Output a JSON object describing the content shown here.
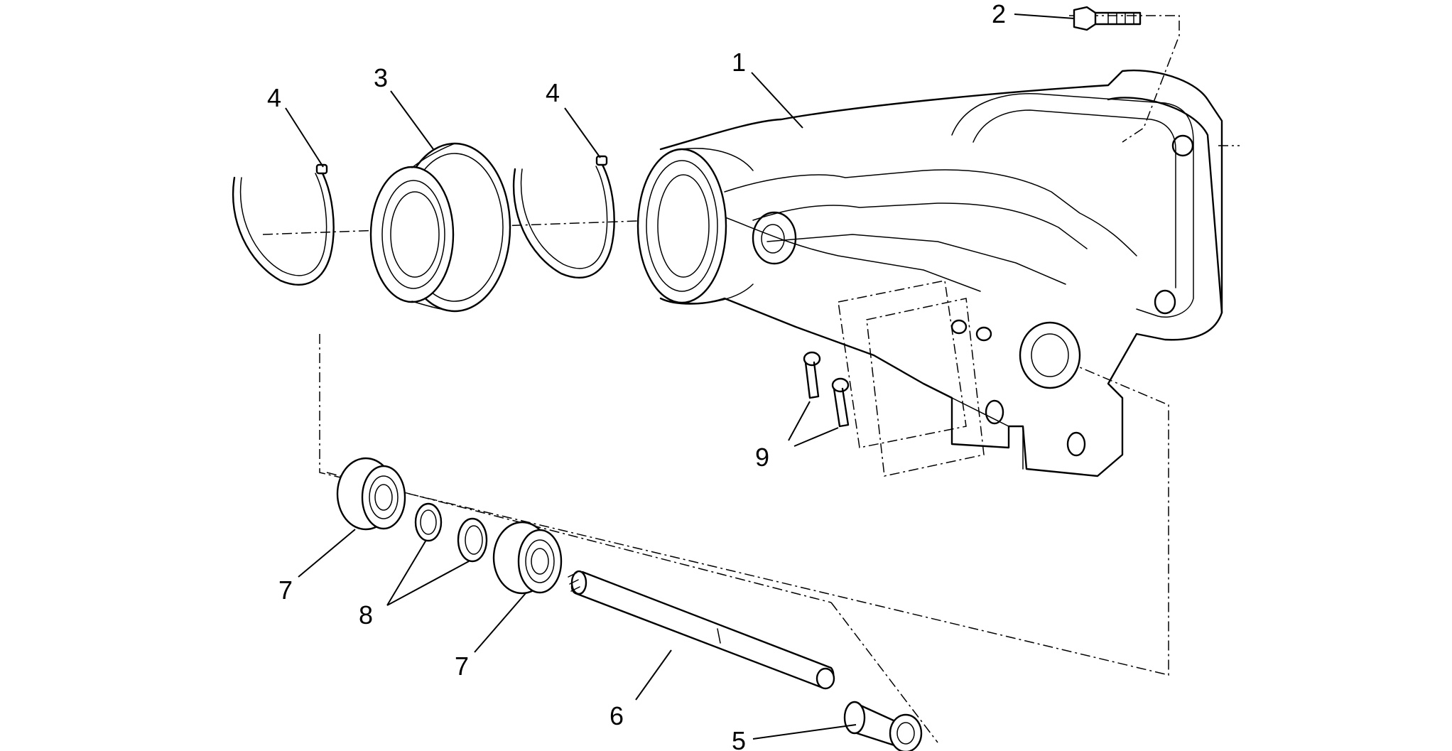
{
  "diagram": {
    "callouts": {
      "swingarm": "1",
      "bolt": "2",
      "seal_cover": "3",
      "clamp_left": "4",
      "clamp_right": "4",
      "nut": "5",
      "pivot_shaft": "6",
      "bearing_left": "7",
      "bearing_right": "7",
      "spacers": "8",
      "screws": "9"
    }
  }
}
